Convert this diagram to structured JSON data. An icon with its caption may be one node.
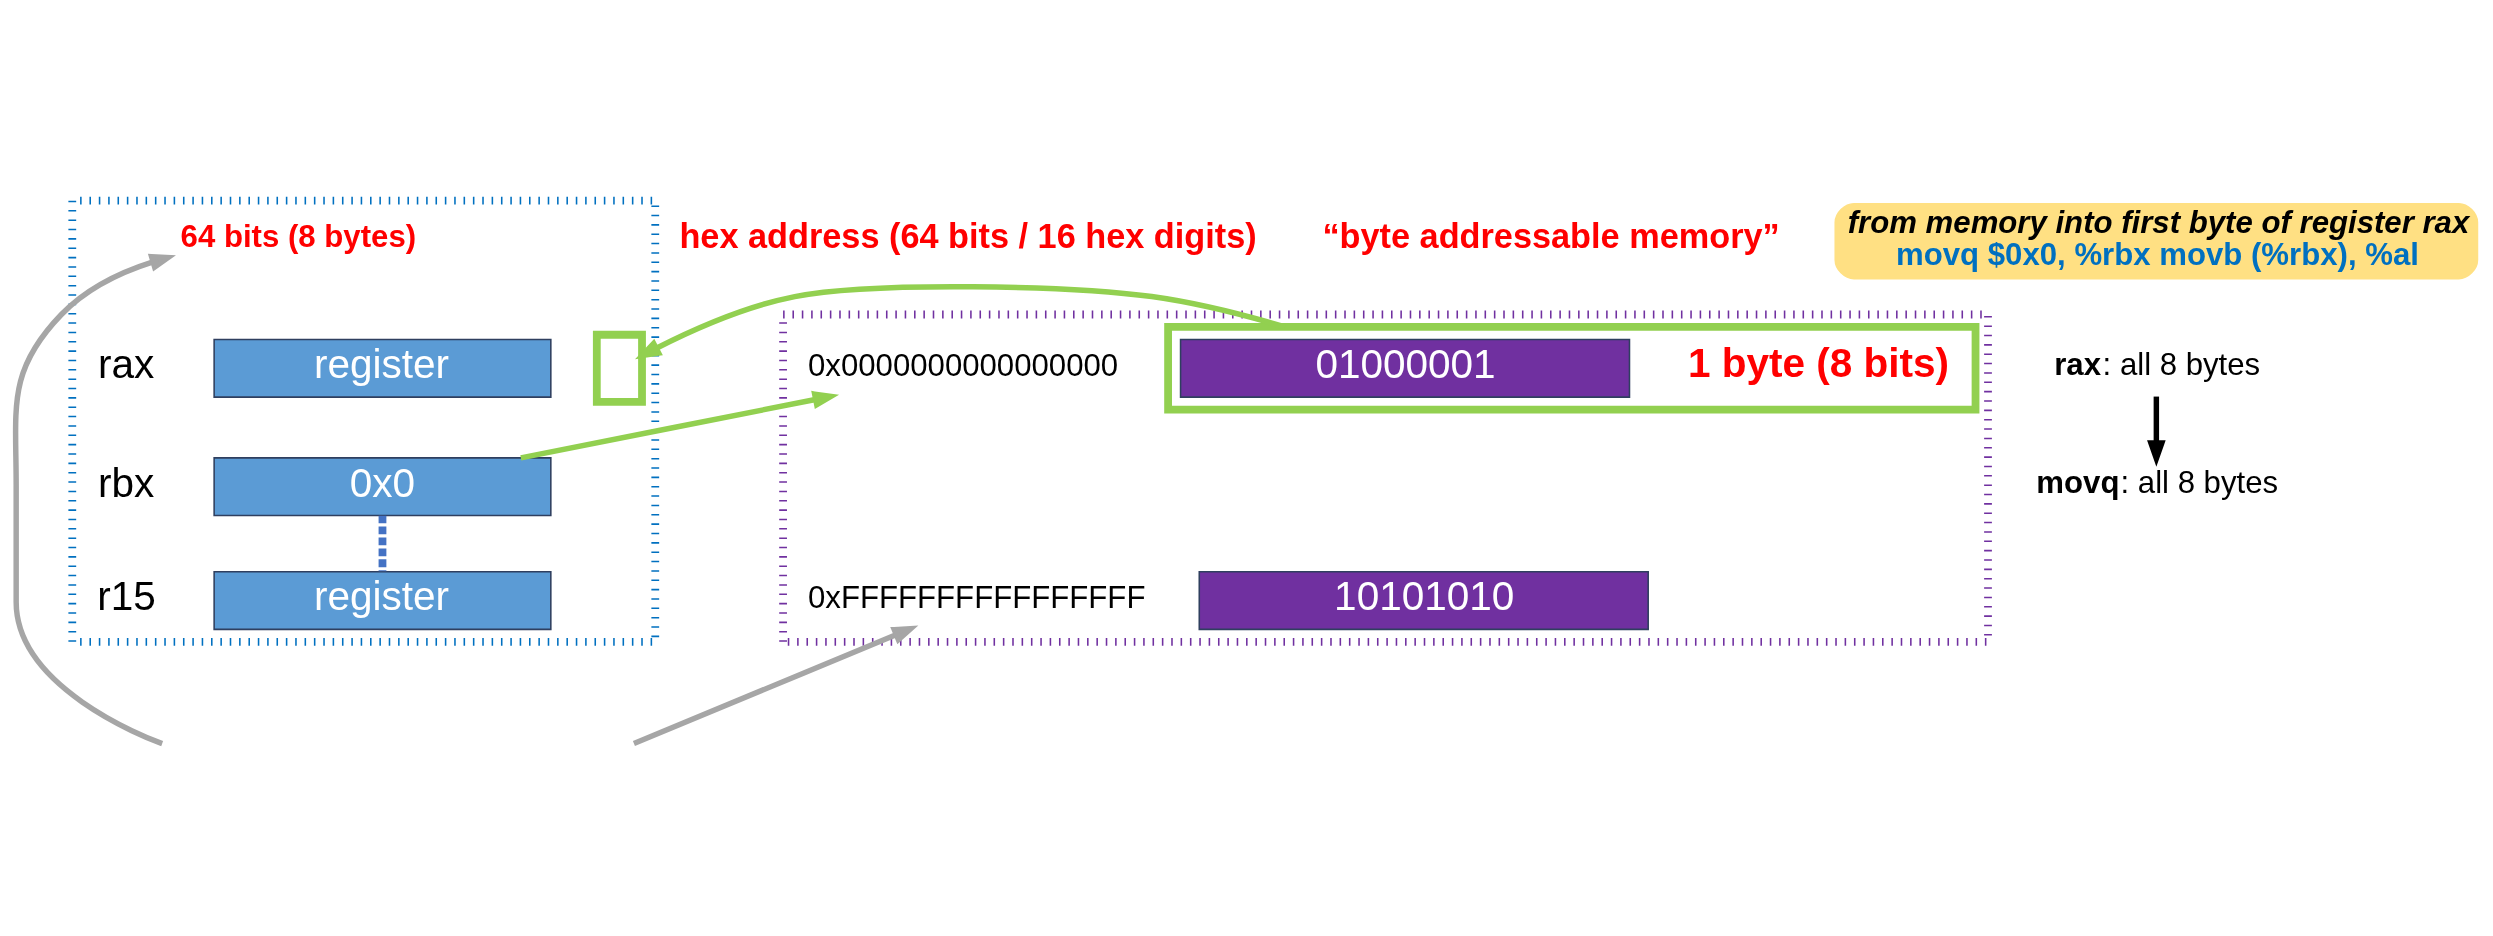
{
  "diagram": {
    "nodes": [
      {
        "text": [],
        "shape": "box"
      },
      {
        "text": [
          "64 bits (8 bytes)"
        ],
        "in": 0
      },
      {
        "text": [
          "register"
        ],
        "beside": [
          "rax"
        ],
        "in": 0
      },
      {
        "text": [],
        "shape": "box",
        "in": 0
      },
      {
        "text": [
          "0x0"
        ],
        "beside": [
          "rbx"
        ],
        "in": 0
      },
      {
        "text": [
          "register"
        ],
        "beside": [
          "r15"
        ],
        "in": 0
      },
      {
        "text": [
          "from memory into first byte of register rax",
          "movq $0x0, %rbx movb (%rbx), %al"
        ]
      },
      {
        "text": [],
        "shape": "box"
      },
      {
        "text": [
          "0x0000000000000000"
        ],
        "in": 7
      },
      {
        "text": [],
        "shape": "box",
        "in": 7
      },
      {
        "text": [
          "01000001"
        ],
        "beside": [
          "1 byte (8 bits)"
        ],
        "in": 9
      },
      {
        "text": [
          "0xFFFFFFFFFFFFFFFF"
        ],
        "in": 7
      },
      {
        "text": [
          "10101010"
        ],
        "in": 7
      },
      {
        "text": [
          "**rax**: all 8 bytes"
        ]
      },
      {
        "text": [
          "**movq**: all 8 bytes"
        ]
      }
    ],
    "edges": [
      {
        "from": 9,
        "to": 3,
        "arrow": "to",
        "color": "#92d050"
      },
      {
        "from": 4,
        "to": 8,
        "arrow": "to",
        "color": "#92d050"
      },
      {
        "from": 4,
        "to": 5,
        "arrow": "none",
        "style": "dashed",
        "color": "#4472c4"
      },
      {
        "from": null,
        "to": 1,
        "arrow": "to",
        "color": "#a6a6a6"
      },
      {
        "from": null,
        "to": 11,
        "arrow": "to",
        "color": "#a6a6a6"
      },
      {
        "from": 13,
        "to": 14,
        "arrow": "to",
        "color": "#000000"
      }
    ],
    "labels": [
      "hex address (64 bits / 16 hex digits)",
      "“byte addressable memory”"
    ]
  }
}
